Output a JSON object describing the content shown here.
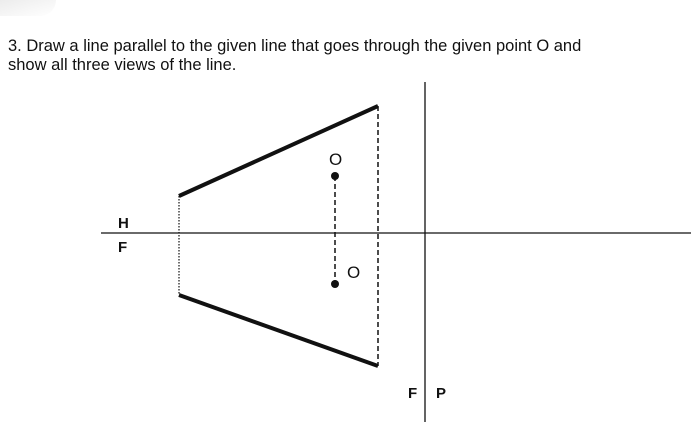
{
  "question": {
    "line1": "3. Draw a line parallel to the given line that goes through the given point O and",
    "line2": "show all three views of the line."
  },
  "labels": {
    "h": "H",
    "f": "F",
    "f_right": "F",
    "p": "P",
    "point_top": "O",
    "point_front": "O"
  }
}
